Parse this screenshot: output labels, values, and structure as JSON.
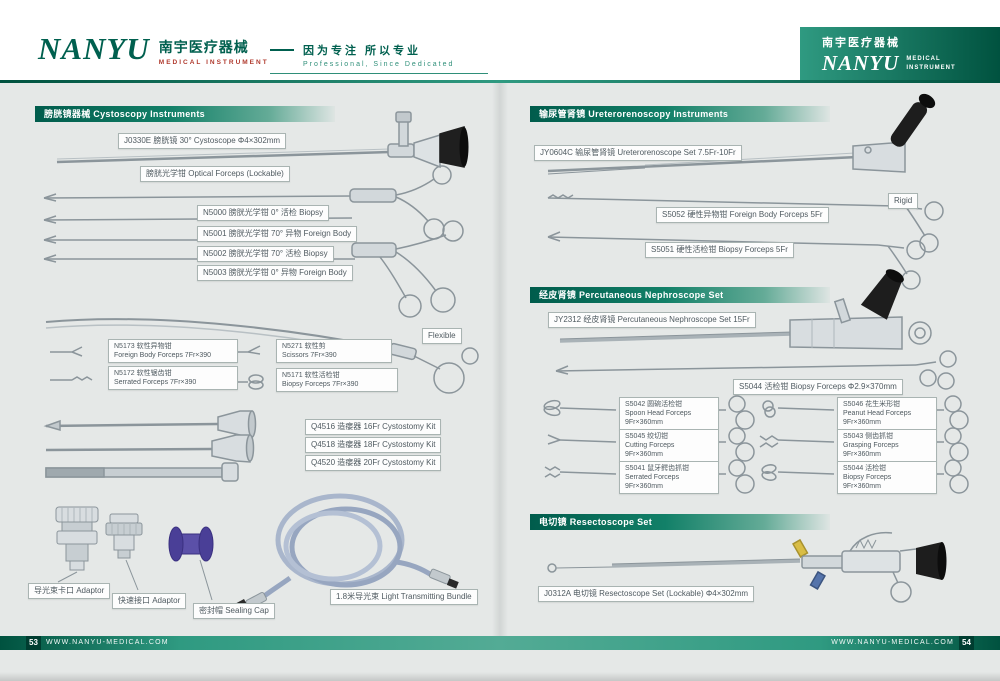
{
  "header": {
    "brand": "NANYU",
    "brand_cn": "南宇医疗器械",
    "brand_sub": "MEDICAL  INSTRUMENT",
    "slogan_cn": "因为专注  所以专业",
    "slogan_en": "Professional, Since Dedicated",
    "corner_cn": "南宇医疗器械",
    "corner_brand": "NANYU",
    "corner_sub1": "MEDICAL",
    "corner_sub2": "INSTRUMENT"
  },
  "cystoscopy": {
    "title": "膀胱镜器械  Cystoscopy Instruments",
    "scope": "J0330E 膀胱镜 30°  Cystoscope  Φ4×302mm",
    "optical": "膀胱光学钳 Optical Forceps (Lockable)",
    "items": [
      "N5000 膀胱光学钳 0°  活检 Biopsy",
      "N5001 膀胱光学钳 70°  异物 Foreign Body",
      "N5002 膀胱光学钳 70°  活检 Biopsy",
      "N5003 膀胱光学钳 0°  异物 Foreign Body"
    ],
    "flexible_tag": "Flexible",
    "flex": [
      {
        "l1": "N5173 软性异物钳",
        "l2": "Foreign Body Forceps 7Fr×390"
      },
      {
        "l1": "N5172 软性锯齿钳",
        "l2": "Serrated Forceps 7Fr×390"
      },
      {
        "l1": "N5271 软性剪",
        "l2": "Scissors 7Fr×390"
      },
      {
        "l1": "N5171 软性活检钳",
        "l2": "Biopsy Forceps 7Fr×390"
      }
    ],
    "cystostomy": [
      "Q4516 造瘘器 16Fr Cystostomy Kit",
      "Q4518 造瘘器 18Fr Cystostomy Kit",
      "Q4520 造瘘器 20Fr Cystostomy Kit"
    ],
    "acc": [
      "导光束卡口 Adaptor",
      "快速接口 Adaptor",
      "密封帽 Sealing Cap",
      "1.8米导光束  Light Transmitting Bundle"
    ]
  },
  "uretero": {
    "title": "输尿管肾镜  Ureterorenoscopy Instruments",
    "scope": "JY0604C 输尿管肾镜 Ureterorenoscope Set 7.5Fr-10Fr",
    "rigid_tag": "Rigid",
    "items": [
      "S5052 硬性异物钳 Foreign Body Forceps 5Fr",
      "S5051 硬性活检钳 Biopsy Forceps 5Fr"
    ]
  },
  "nephro": {
    "title": "经皮肾镜  Percutaneous Nephroscope Set",
    "scope": "JY2312 经皮肾镜 Percutaneous Nephroscope Set 15Fr",
    "biopsy": "S5044 活检钳 Biopsy Forceps  Φ2.9×370mm",
    "grid": [
      {
        "l1": "S5042 圆碗活检钳",
        "l2": "Spoon Head Forceps",
        "l3": "9Fr×360mm"
      },
      {
        "l1": "S5046 花生米形钳",
        "l2": "Peanut Head Forceps",
        "l3": "9Fr×360mm"
      },
      {
        "l1": "S5045 绞切钳",
        "l2": "Cutting Forceps",
        "l3": "9Fr×360mm"
      },
      {
        "l1": "S5043 侧齿抓钳",
        "l2": "Grasping Forceps",
        "l3": "9Fr×360mm"
      },
      {
        "l1": "S5041 鼠牙鳄齿抓钳",
        "l2": "Serrated Forceps",
        "l3": "9Fr×360mm"
      },
      {
        "l1": "S5044 活检钳",
        "l2": "Biopsy Forceps",
        "l3": "9Fr×360mm"
      }
    ]
  },
  "resecto": {
    "title": "电切镜  Resectoscope Set",
    "scope": "J0312A 电切镜 Resectoscope Set (Lockable)  Φ4×302mm"
  },
  "footer": {
    "page_left": "53",
    "page_right": "54",
    "url_left": "WWW.NANYU-MEDICAL.COM",
    "url_right": "WWW.NANYU-MEDICAL.COM"
  },
  "colors": {
    "brand_teal": "#00604f",
    "teal_light": "#2f9a81",
    "accent_red": "#b03a2e",
    "label_border": "#a9b4b2",
    "page_bg": "#e5e8e7"
  }
}
